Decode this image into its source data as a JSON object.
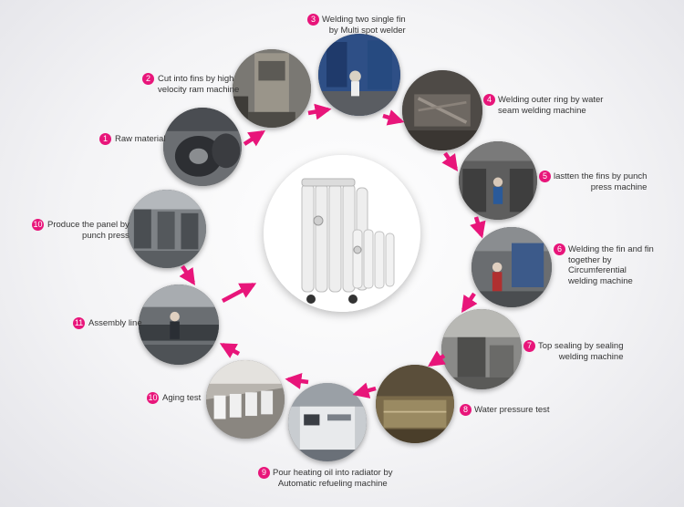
{
  "accent_color": "#e8157a",
  "steps": [
    {
      "number": "1",
      "label": "Raw material"
    },
    {
      "number": "2",
      "label": "Cut into fins by high\nvelocity ram machine"
    },
    {
      "number": "3",
      "label": "Welding two single fin\nby Multi spot welder"
    },
    {
      "number": "4",
      "label": "Welding outer ring by water\nseam welding machine"
    },
    {
      "number": "5",
      "label": "lastten the fins by punch\npress machine"
    },
    {
      "number": "6",
      "label": "Welding the fin and fin\ntogether by\nCircumferential\nwelding machine"
    },
    {
      "number": "7",
      "label": "Top sealing by sealing\nwelding machine"
    },
    {
      "number": "8",
      "label": "Water pressure test"
    },
    {
      "number": "9",
      "label": "Pour heating oil into radiator by\nAutomatic refueling machine"
    },
    {
      "number": "10",
      "label": "Aging test"
    },
    {
      "number": "11",
      "label": "Assembly line"
    },
    {
      "number": "10",
      "label": "Produce the panel by\npunch press"
    }
  ]
}
